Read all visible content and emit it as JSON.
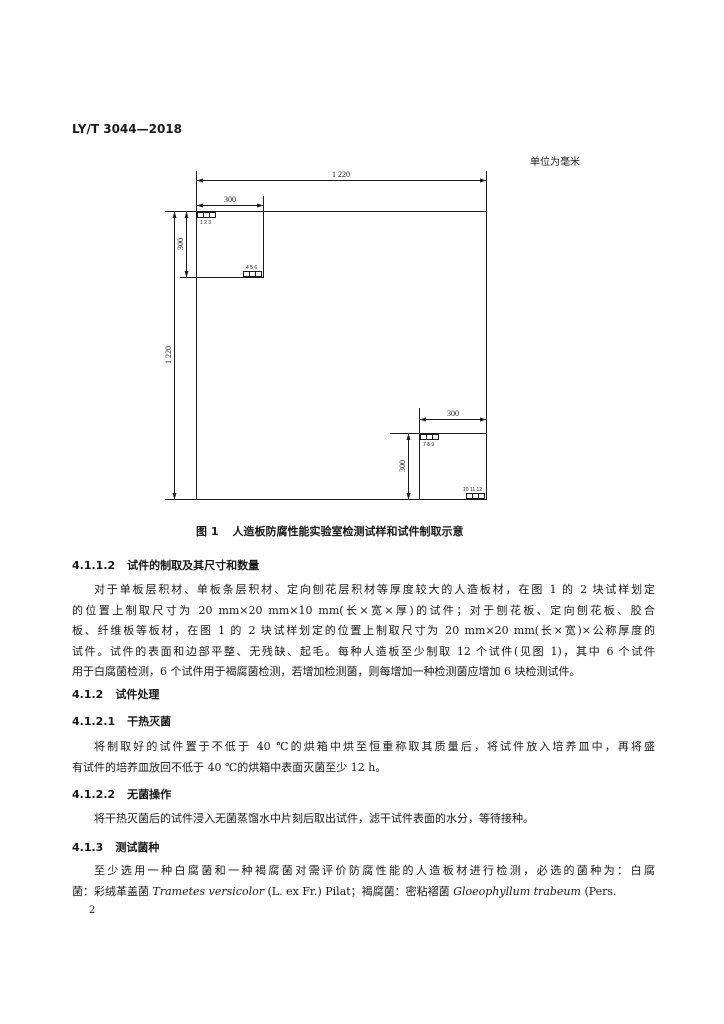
{
  "header": {
    "standard_code": "LY/T 3044—2018"
  },
  "unit_note": "单位为毫米",
  "figure": {
    "dimensions": {
      "overall_width": "1 220",
      "overall_height": "1 220",
      "block_width": "300",
      "block_height": "300"
    },
    "specimen_labels": {
      "top_left_top": "1 2 3",
      "top_left_bottom": "4 5 6",
      "bottom_right_top": "7 8 9",
      "bottom_right_bottom": "10 11 12"
    },
    "caption_number": "图 1",
    "caption_text": "人造板防腐性能实验室检测试样和试件制取示意"
  },
  "sections": {
    "s4_1_1_2": {
      "number": "4.1.1.2",
      "title": "试件的制取及其尺寸和数量",
      "lines": [
        "对于单板层积材、单板条层积材、定向刨花层积材等厚度较大的人造板材，在图 1 的 2 块试样划定",
        "的位置上制取尺寸为 20 mm×20 mm×10 mm(长×宽×厚)的试件；对于刨花板、定向刨花板、胶合",
        "板、纤维板等板材，在图 1 的 2 块试样划定的位置上制取尺寸为 20 mm×20 mm(长×宽)×公称厚度的",
        "试件。试件的表面和边部平整、无残缺、起毛。每种人造板至少制取 12 个试件(见图 1)，其中 6 个试件",
        "用于白腐菌检测，6 个试件用于褐腐菌检测，若增加检测菌，则每增加一种检测菌应增加 6 块检测试件。"
      ]
    },
    "s4_1_2": {
      "number": "4.1.2",
      "title": "试件处理"
    },
    "s4_1_2_1": {
      "number": "4.1.2.1",
      "title": "干热灭菌",
      "lines": [
        "将制取好的试件置于不低于 40 ℃的烘箱中烘至恒重称取其质量后，将试件放入培养皿中，再将盛",
        "有试件的培养皿放回不低于 40 ℃的烘箱中表面灭菌至少 12 h。"
      ]
    },
    "s4_1_2_2": {
      "number": "4.1.2.2",
      "title": "无菌操作",
      "lines": [
        "将干热灭菌后的试件浸入无菌蒸馏水中片刻后取出试件，滤干试件表面的水分，等待接种。"
      ]
    },
    "s4_1_3": {
      "number": "4.1.3",
      "title": "测试菌种",
      "line1": "至少选用一种白腐菌和一种褐腐菌对需评价防腐性能的人造板材进行检测，必选的菌种为：白腐",
      "line2": {
        "a": "菌：彩绒革盖菌 ",
        "species1": "Trametes versicolor",
        "b": " (L. ex Fr.) Pilat；褐腐菌：密粘褶菌 ",
        "species2": "Gloeophyllum trabeum",
        "c": " (Pers."
      }
    }
  },
  "page_number": "2"
}
